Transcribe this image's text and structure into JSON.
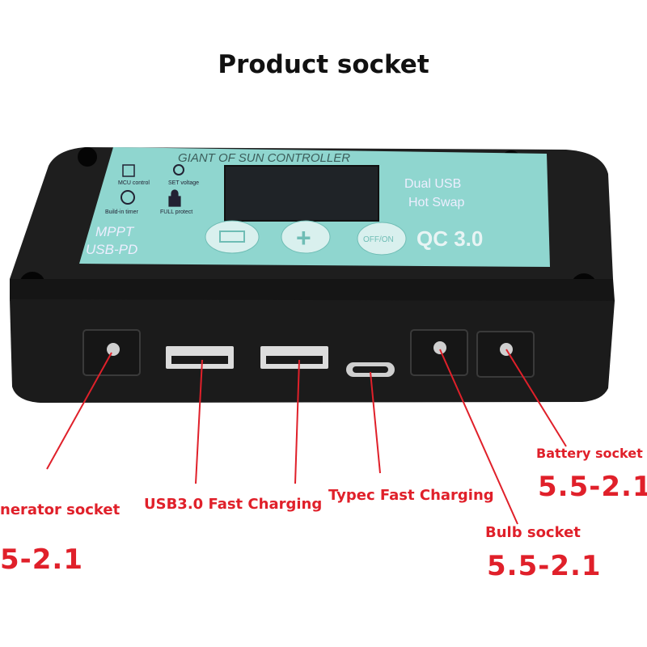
{
  "title": "Product socket",
  "device": {
    "brand_text": "GIANT OF SUN CONTROLLER",
    "mcu_label": "MCU control",
    "set_label": "SET voltage",
    "timer_label": "Build-in timer",
    "full_label": "FULL protect",
    "mppt_text": "MPPT",
    "usbpd_text": "USB-PD",
    "dual_usb_text": "Dual USB",
    "hot_swap_text": "Hot Swap",
    "qc_text": "QC 3.0",
    "plus_text": "+",
    "onoff_text": "OFF/ON"
  },
  "labels": {
    "generator": "nerator socket",
    "generator_size": "5-2.1",
    "usb3": "USB3.0 Fast Charging",
    "typec": "Typec Fast Charging",
    "bulb": "Bulb socket",
    "bulb_size": "5.5-2.1",
    "battery": "Battery socket",
    "battery_size": "5.5-2.1"
  },
  "colors": {
    "accent_red": "#e0202a",
    "panel_teal": "#8fd6cf",
    "body_black": "#1c1c1c"
  }
}
